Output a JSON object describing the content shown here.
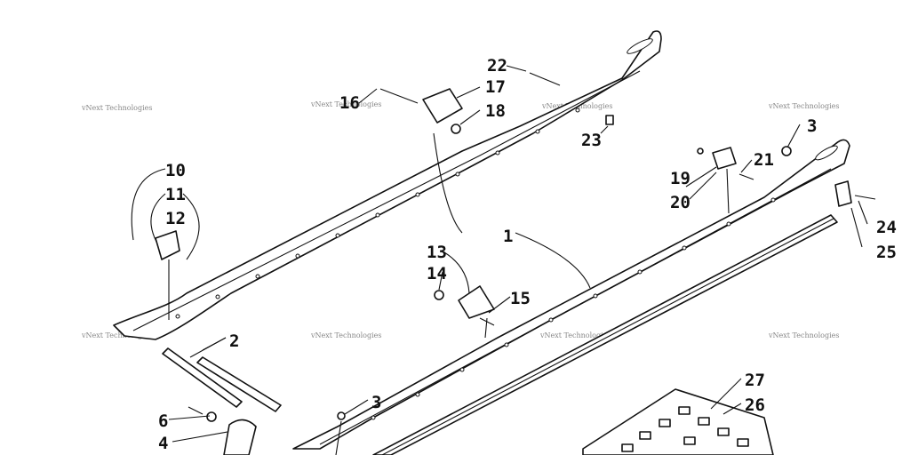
{
  "watermark": "vNext Technologies",
  "callouts": [
    {
      "id": "1",
      "label": "1"
    },
    {
      "id": "2",
      "label": "2"
    },
    {
      "id": "3a",
      "label": "3"
    },
    {
      "id": "3b",
      "label": "3"
    },
    {
      "id": "4",
      "label": "4"
    },
    {
      "id": "6",
      "label": "6"
    },
    {
      "id": "10",
      "label": "10"
    },
    {
      "id": "11",
      "label": "11"
    },
    {
      "id": "12",
      "label": "12"
    },
    {
      "id": "13",
      "label": "13"
    },
    {
      "id": "14",
      "label": "14"
    },
    {
      "id": "15",
      "label": "15"
    },
    {
      "id": "16",
      "label": "16"
    },
    {
      "id": "17",
      "label": "17"
    },
    {
      "id": "18",
      "label": "18"
    },
    {
      "id": "19",
      "label": "19"
    },
    {
      "id": "20",
      "label": "20"
    },
    {
      "id": "21",
      "label": "21"
    },
    {
      "id": "22",
      "label": "22"
    },
    {
      "id": "23",
      "label": "23"
    },
    {
      "id": "24",
      "label": "24"
    },
    {
      "id": "25",
      "label": "25"
    },
    {
      "id": "26",
      "label": "26"
    },
    {
      "id": "27",
      "label": "27"
    }
  ]
}
